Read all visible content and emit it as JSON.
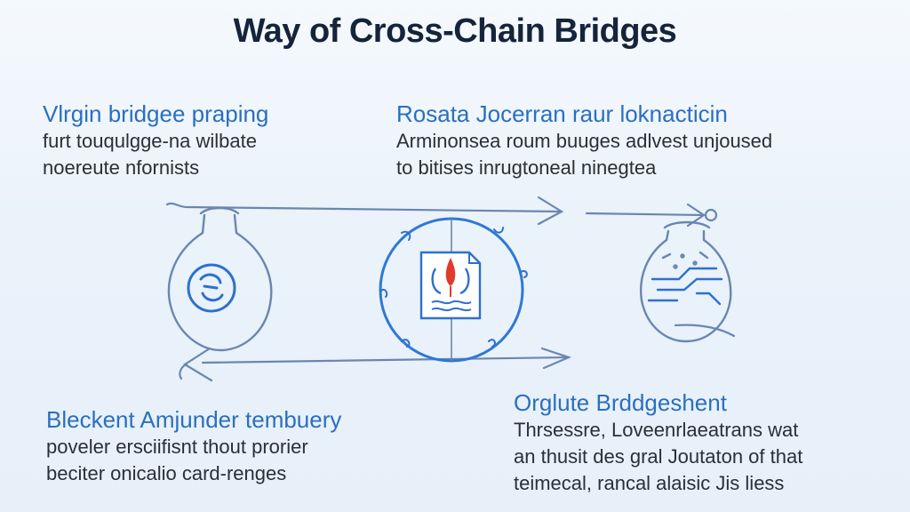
{
  "title": "Way  of Cross-Chain Bridges",
  "sections": [
    {
      "heading": "Vlrgin bridgee praping",
      "lines": [
        "furt touqulgge-na wilbate",
        "noereute nfornists"
      ]
    },
    {
      "heading": "Rosata Jocerran raur loknacticin",
      "lines": [
        "Arminonsea roum buuges adlvest unjoused",
        "to bitises inrugtoneal ninegtea"
      ]
    },
    {
      "heading": "Bleckent Amjunder tembuery",
      "lines": [
        "poveler ersciifisnt thout prorier",
        "beciter onicalio card-renges"
      ]
    },
    {
      "heading": "Orglute Brddgeshent",
      "lines": [
        "Thrsessre, Loveenrlaeatrans wat",
        "an thusit des gral Joutaton of that",
        "teimecal, rancal alaisic Jis liess"
      ]
    }
  ],
  "colors": {
    "title": "#15243b",
    "heading": "#2b6fc0",
    "body_text": "#2a2f38",
    "line_art": "#6b86b0",
    "bridge_circle": "#2f78d6",
    "accent_red": "#e23b2e"
  },
  "icons": [
    "left-flask-icon",
    "chain-link-icon",
    "bridge-document-icon",
    "right-flask-icon",
    "circuit-lines-icon"
  ]
}
